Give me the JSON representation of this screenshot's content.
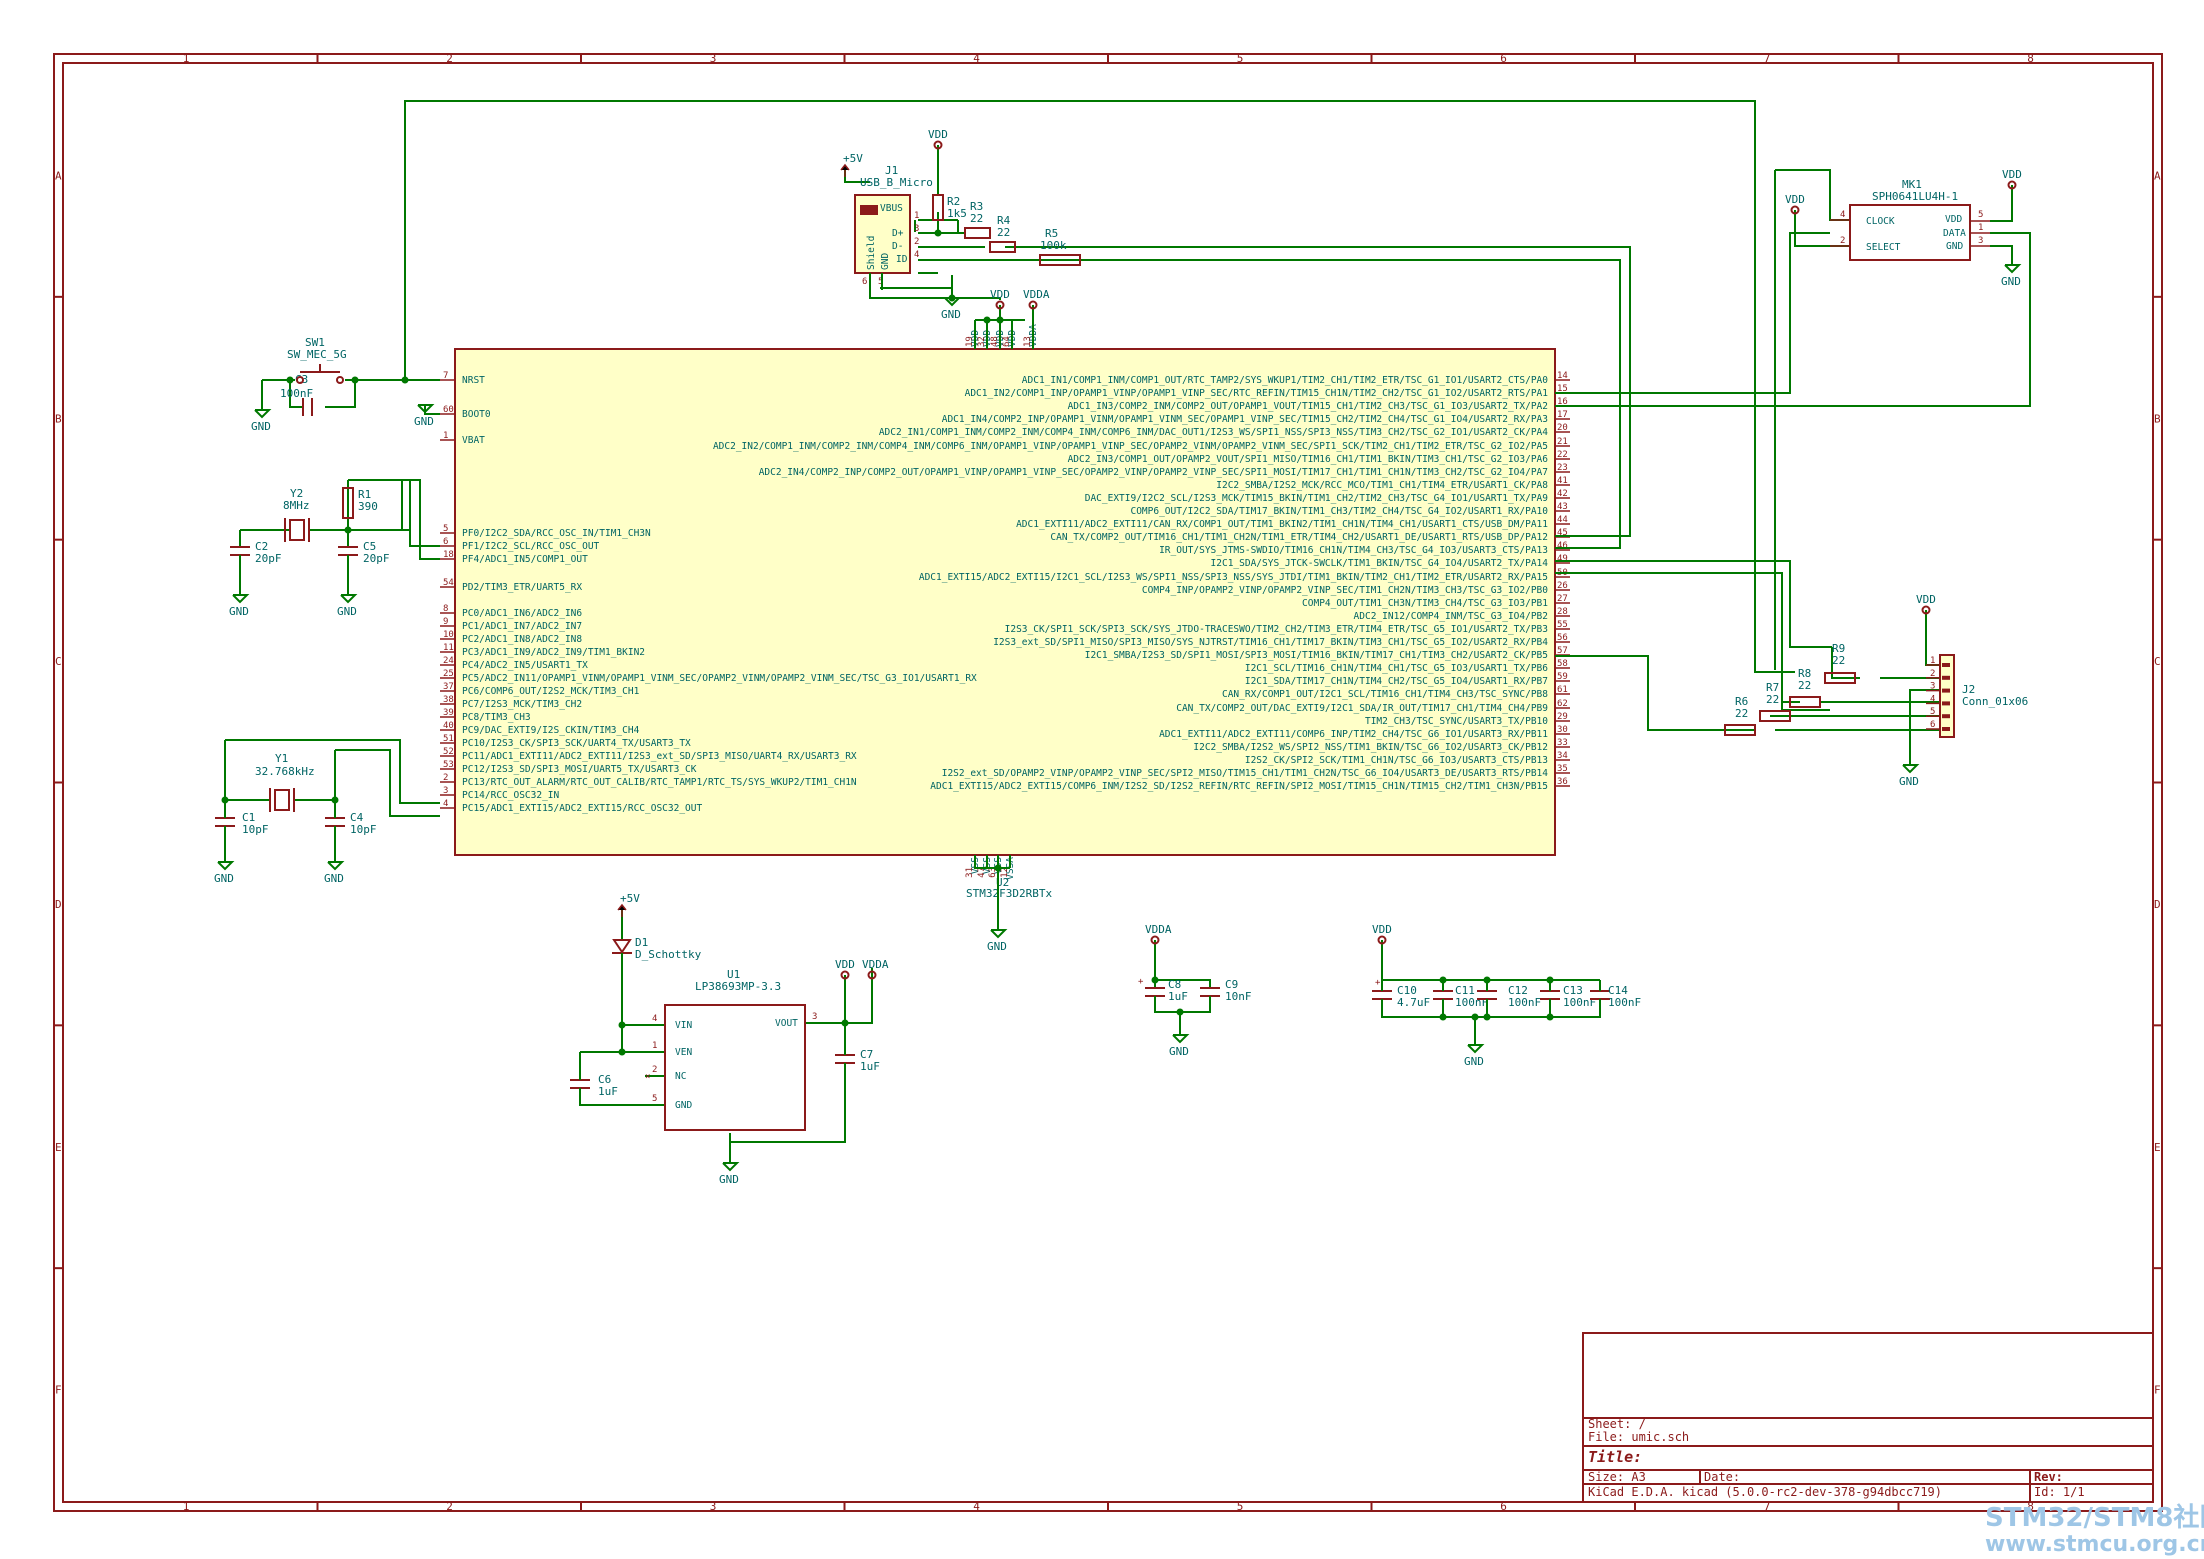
{
  "frame": {
    "cols": [
      "1",
      "2",
      "3",
      "4",
      "5",
      "6",
      "7",
      "8"
    ],
    "rows": [
      "A",
      "B",
      "C",
      "D",
      "E",
      "F"
    ]
  },
  "title_block": {
    "sheet": "Sheet: /",
    "file": "File: umic.sch",
    "title": "Title:",
    "size": "Size: A3",
    "date": "Date:",
    "rev": "Rev:",
    "tool": "KiCad E.D.A.  kicad (5.0.0-rc2-dev-378-g94dbcc719)",
    "id": "Id: 1/1"
  },
  "power": {
    "vdd": "VDD",
    "vdda": "VDDA",
    "gnd": "GND",
    "p5v": "+5V"
  },
  "mcu": {
    "ref": "U2",
    "value": "STM32F3D2RBTx",
    "left_pins": [
      {
        "num": "7",
        "name": "NRST"
      },
      {
        "num": "60",
        "name": "BOOT0"
      },
      {
        "num": "1",
        "name": "VBAT"
      },
      {
        "num": "5",
        "name": "PF0/I2C2_SDA/RCC_OSC_IN/TIM1_CH3N"
      },
      {
        "num": "6",
        "name": "PF1/I2C2_SCL/RCC_OSC_OUT"
      },
      {
        "num": "18",
        "name": "PF4/ADC1_IN5/COMP1_OUT"
      },
      {
        "num": "54",
        "name": "PD2/TIM3_ETR/UART5_RX"
      },
      {
        "num": "8",
        "name": "PC0/ADC1_IN6/ADC2_IN6"
      },
      {
        "num": "9",
        "name": "PC1/ADC1_IN7/ADC2_IN7"
      },
      {
        "num": "10",
        "name": "PC2/ADC1_IN8/ADC2_IN8"
      },
      {
        "num": "11",
        "name": "PC3/ADC1_IN9/ADC2_IN9/TIM1_BKIN2"
      },
      {
        "num": "24",
        "name": "PC4/ADC2_IN5/USART1_TX"
      },
      {
        "num": "25",
        "name": "PC5/ADC2_IN11/OPAMP1_VINM/OPAMP1_VINM_SEC/OPAMP2_VINM/OPAMP2_VINM_SEC/TSC_G3_IO1/USART1_RX"
      },
      {
        "num": "37",
        "name": "PC6/COMP6_OUT/I2S2_MCK/TIM3_CH1"
      },
      {
        "num": "38",
        "name": "PC7/I2S3_MCK/TIM3_CH2"
      },
      {
        "num": "39",
        "name": "PC8/TIM3_CH3"
      },
      {
        "num": "40",
        "name": "PC9/DAC_EXTI9/I2S_CKIN/TIM3_CH4"
      },
      {
        "num": "51",
        "name": "PC10/I2S3_CK/SPI3_SCK/UART4_TX/USART3_TX"
      },
      {
        "num": "52",
        "name": "PC11/ADC1_EXTI11/ADC2_EXTI11/I2S3_ext_SD/SPI3_MISO/UART4_RX/USART3_RX"
      },
      {
        "num": "53",
        "name": "PC12/I2S3_SD/SPI3_MOSI/UART5_TX/USART3_CK"
      },
      {
        "num": "2",
        "name": "PC13/RTC_OUT_ALARM/RTC_OUT_CALIB/RTC_TAMP1/RTC_TS/SYS_WKUP2/TIM1_CH1N"
      },
      {
        "num": "3",
        "name": "PC14/RCC_OSC32_IN"
      },
      {
        "num": "4",
        "name": "PC15/ADC1_EXTI15/ADC2_EXTI15/RCC_OSC32_OUT"
      }
    ],
    "right_pins": [
      {
        "num": "14",
        "name": "ADC1_IN1/COMP1_INM/COMP1_OUT/RTC_TAMP2/SYS_WKUP1/TIM2_CH1/TIM2_ETR/TSC_G1_IO1/USART2_CTS/PA0"
      },
      {
        "num": "15",
        "name": "ADC1_IN2/COMP1_INP/OPAMP1_VINP/OPAMP1_VINP_SEC/RTC_REFIN/TIM15_CH1N/TIM2_CH2/TSC_G1_IO2/USART2_RTS/PA1"
      },
      {
        "num": "16",
        "name": "ADC1_IN3/COMP2_INM/COMP2_OUT/OPAMP1_VOUT/TIM15_CH1/TIM2_CH3/TSC_G1_IO3/USART2_TX/PA2"
      },
      {
        "num": "17",
        "name": "ADC1_IN4/COMP2_INP/OPAMP1_VINM/OPAMP1_VINM_SEC/OPAMP1_VINP_SEC/TIM15_CH2/TIM2_CH4/TSC_G1_IO4/USART2_RX/PA3"
      },
      {
        "num": "20",
        "name": "ADC2_IN1/COMP1_INM/COMP2_INM/COMP4_INM/COMP6_INM/DAC_OUT1/I2S3_WS/SPI1_NSS/SPI3_NSS/TIM3_CH2/TSC_G2_IO1/USART2_CK/PA4"
      },
      {
        "num": "21",
        "name": "ADC2_IN2/COMP1_INM/COMP2_INM/COMP4_INM/COMP6_INM/OPAMP1_VINP/OPAMP1_VINP_SEC/OPAMP2_VINM/OPAMP2_VINM_SEC/SPI1_SCK/TIM2_CH1/TIM2_ETR/TSC_G2_IO2/PA5"
      },
      {
        "num": "22",
        "name": "ADC2_IN3/COMP1_OUT/OPAMP2_VOUT/SPI1_MISO/TIM16_CH1/TIM1_BKIN/TIM3_CH1/TSC_G2_IO3/PA6"
      },
      {
        "num": "23",
        "name": "ADC2_IN4/COMP2_INP/COMP2_OUT/OPAMP1_VINP/OPAMP1_VINP_SEC/OPAMP2_VINP/OPAMP2_VINP_SEC/SPI1_MOSI/TIM17_CH1/TIM1_CH1N/TIM3_CH2/TSC_G2_IO4/PA7"
      },
      {
        "num": "41",
        "name": "I2C2_SMBA/I2S2_MCK/RCC_MCO/TIM1_CH1/TIM4_ETR/USART1_CK/PA8"
      },
      {
        "num": "42",
        "name": "DAC_EXTI9/I2C2_SCL/I2S3_MCK/TIM15_BKIN/TIM1_CH2/TIM2_CH3/TSC_G4_IO1/USART1_TX/PA9"
      },
      {
        "num": "43",
        "name": "COMP6_OUT/I2C2_SDA/TIM17_BKIN/TIM1_CH3/TIM2_CH4/TSC_G4_IO2/USART1_RX/PA10"
      },
      {
        "num": "44",
        "name": "ADC1_EXTI11/ADC2_EXTI11/CAN_RX/COMP1_OUT/TIM1_BKIN2/TIM1_CH1N/TIM4_CH1/USART1_CTS/USB_DM/PA11"
      },
      {
        "num": "45",
        "name": "CAN_TX/COMP2_OUT/TIM16_CH1/TIM1_CH2N/TIM1_ETR/TIM4_CH2/USART1_DE/USART1_RTS/USB_DP/PA12"
      },
      {
        "num": "46",
        "name": "IR_OUT/SYS_JTMS-SWDIO/TIM16_CH1N/TIM4_CH3/TSC_G4_IO3/USART3_CTS/PA13"
      },
      {
        "num": "49",
        "name": "I2C1_SDA/SYS_JTCK-SWCLK/TIM1_BKIN/TSC_G4_IO4/USART2_TX/PA14"
      },
      {
        "num": "50",
        "name": "ADC1_EXTI15/ADC2_EXTI15/I2C1_SCL/I2S3_WS/SPI1_NSS/SPI3_NSS/SYS_JTDI/TIM1_BKIN/TIM2_CH1/TIM2_ETR/USART2_RX/PA15"
      },
      {
        "num": "26",
        "name": "COMP4_INP/OPAMP2_VINP/OPAMP2_VINP_SEC/TIM1_CH2N/TIM3_CH3/TSC_G3_IO2/PB0"
      },
      {
        "num": "27",
        "name": "COMP4_OUT/TIM1_CH3N/TIM3_CH4/TSC_G3_IO3/PB1"
      },
      {
        "num": "28",
        "name": "ADC2_IN12/COMP4_INM/TSC_G3_IO4/PB2"
      },
      {
        "num": "55",
        "name": "I2S3_CK/SPI1_SCK/SPI3_SCK/SYS_JTDO-TRACESWO/TIM2_CH2/TIM3_ETR/TIM4_ETR/TSC_G5_IO1/USART2_TX/PB3"
      },
      {
        "num": "56",
        "name": "I2S3_ext_SD/SPI1_MISO/SPI3_MISO/SYS_NJTRST/TIM16_CH1/TIM17_BKIN/TIM3_CH1/TSC_G5_IO2/USART2_RX/PB4"
      },
      {
        "num": "57",
        "name": "I2C1_SMBA/I2S3_SD/SPI1_MOSI/SPI3_MOSI/TIM16_BKIN/TIM17_CH1/TIM3_CH2/USART2_CK/PB5"
      },
      {
        "num": "58",
        "name": "I2C1_SCL/TIM16_CH1N/TIM4_CH1/TSC_G5_IO3/USART1_TX/PB6"
      },
      {
        "num": "59",
        "name": "I2C1_SDA/TIM17_CH1N/TIM4_CH2/TSC_G5_IO4/USART1_RX/PB7"
      },
      {
        "num": "61",
        "name": "CAN_RX/COMP1_OUT/I2C1_SCL/TIM16_CH1/TIM4_CH3/TSC_SYNC/PB8"
      },
      {
        "num": "62",
        "name": "CAN_TX/COMP2_OUT/DAC_EXTI9/I2C1_SDA/IR_OUT/TIM17_CH1/TIM4_CH4/PB9"
      },
      {
        "num": "29",
        "name": "TIM2_CH3/TSC_SYNC/USART3_TX/PB10"
      },
      {
        "num": "30",
        "name": "ADC1_EXTI11/ADC2_EXTI11/COMP6_INP/TIM2_CH4/TSC_G6_IO1/USART3_RX/PB11"
      },
      {
        "num": "33",
        "name": "I2C2_SMBA/I2S2_WS/SPI2_NSS/TIM1_BKIN/TSC_G6_IO2/USART3_CK/PB12"
      },
      {
        "num": "34",
        "name": "I2S2_CK/SPI2_SCK/TIM1_CH1N/TSC_G6_IO3/USART3_CTS/PB13"
      },
      {
        "num": "35",
        "name": "I2S2_ext_SD/OPAMP2_VINP/OPAMP2_VINP_SEC/SPI2_MISO/TIM15_CH1/TIM1_CH2N/TSC_G6_IO4/USART3_DE/USART3_RTS/PB14"
      },
      {
        "num": "36",
        "name": "ADC1_EXTI15/ADC2_EXTI15/COMP6_INM/I2S2_SD/I2S2_REFIN/RTC_REFIN/SPI2_MOSI/TIM15_CH1N/TIM15_CH2/TIM1_CH3N/PB15"
      }
    ],
    "top_pins": [
      {
        "num": "19",
        "name": "VDD"
      },
      {
        "num": "32",
        "name": "VDD"
      },
      {
        "num": "48",
        "name": "VDD"
      },
      {
        "num": "64",
        "name": "VDD"
      },
      {
        "num": "13",
        "name": "VDDA"
      }
    ],
    "bottom_pins": [
      {
        "num": "31",
        "name": "VSS"
      },
      {
        "num": "47",
        "name": "VSS"
      },
      {
        "num": "63",
        "name": "VSS"
      },
      {
        "num": "12",
        "name": "VSSA"
      }
    ]
  },
  "usb": {
    "ref": "J1",
    "value": "USB_B_Micro",
    "pins": [
      {
        "num": "1",
        "name": "VBUS"
      },
      {
        "num": "3",
        "name": "D+"
      },
      {
        "num": "2",
        "name": "D-"
      },
      {
        "num": "4",
        "name": "ID"
      },
      {
        "num": "6",
        "name": "Shield"
      },
      {
        "num": "5",
        "name": "GND"
      }
    ]
  },
  "mic": {
    "ref": "MK1",
    "value": "SPH0641LU4H-1",
    "pins": [
      {
        "num": "4",
        "name": "CLOCK"
      },
      {
        "num": "2",
        "name": "SELECT"
      },
      {
        "num": "5",
        "name": "VDD"
      },
      {
        "num": "1",
        "name": "DATA"
      },
      {
        "num": "3",
        "name": "GND"
      }
    ]
  },
  "connector": {
    "ref": "J2",
    "value": "Conn_01x06",
    "pins": [
      "1",
      "2",
      "3",
      "4",
      "5",
      "6"
    ]
  },
  "regulator": {
    "ref": "U1",
    "value": "LP38693MP-3.3",
    "pins": [
      {
        "num": "4",
        "name": "VIN"
      },
      {
        "num": "1",
        "name": "VEN"
      },
      {
        "num": "2",
        "name": "NC"
      },
      {
        "num": "5",
        "name": "GND"
      },
      {
        "num": "3",
        "name": "VOUT"
      }
    ]
  },
  "components": {
    "r1": {
      "ref": "R1",
      "value": "390"
    },
    "r2": {
      "ref": "R2",
      "value": "1k5"
    },
    "r3": {
      "ref": "R3",
      "value": "22"
    },
    "r4": {
      "ref": "R4",
      "value": "22"
    },
    "r5": {
      "ref": "R5",
      "value": "100k"
    },
    "r6": {
      "ref": "R6",
      "value": "22"
    },
    "r7": {
      "ref": "R7",
      "value": "22"
    },
    "r8": {
      "ref": "R8",
      "value": "22"
    },
    "r9": {
      "ref": "R9",
      "value": "22"
    },
    "c1": {
      "ref": "C1",
      "value": "10pF"
    },
    "c2": {
      "ref": "C2",
      "value": "20pF"
    },
    "c3": {
      "ref": "C3",
      "value": "100nF"
    },
    "c4": {
      "ref": "C4",
      "value": "10pF"
    },
    "c5": {
      "ref": "C5",
      "value": "20pF"
    },
    "c6": {
      "ref": "C6",
      "value": "1uF"
    },
    "c7": {
      "ref": "C7",
      "value": "1uF"
    },
    "c8": {
      "ref": "C8",
      "value": "1uF"
    },
    "c9": {
      "ref": "C9",
      "value": "10nF"
    },
    "c10": {
      "ref": "C10",
      "value": "4.7uF"
    },
    "c11": {
      "ref": "C11",
      "value": "100nF"
    },
    "c12": {
      "ref": "C12",
      "value": "100nF"
    },
    "c13": {
      "ref": "C13",
      "value": "100nF"
    },
    "c14": {
      "ref": "C14",
      "value": "100nF"
    },
    "y1": {
      "ref": "Y1",
      "value": "32.768kHz"
    },
    "y2": {
      "ref": "Y2",
      "value": "8MHz"
    },
    "sw1": {
      "ref": "SW1",
      "value": "SW_MEC_5G"
    },
    "d1": {
      "ref": "D1",
      "value": "D_Schottky"
    }
  },
  "watermark": {
    "line1": "STM32/STM8社区",
    "line2": "www.stmcu.org.cn"
  }
}
